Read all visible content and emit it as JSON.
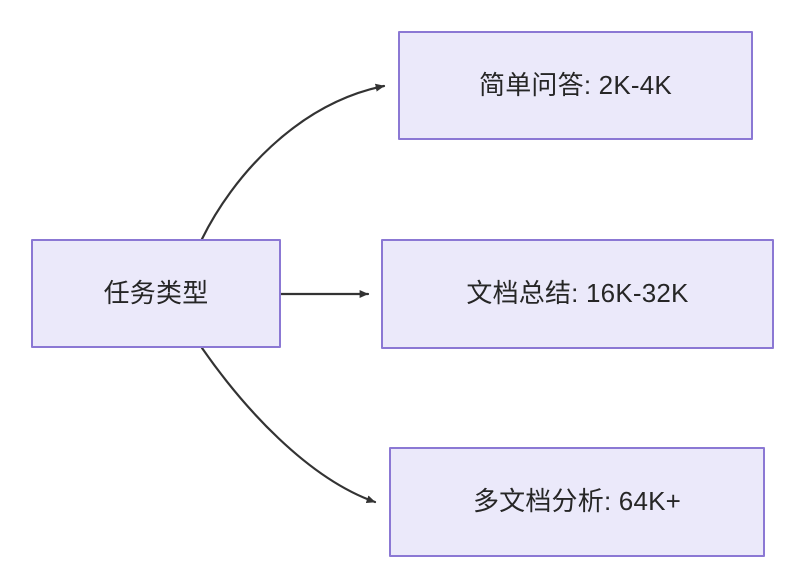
{
  "diagram": {
    "type": "flowchart",
    "direction": "left-to-right",
    "background_color": "#ffffff",
    "node_fill_color": "#ebe9fa",
    "node_border_color": "#8b78d4",
    "node_text_color": "#262626",
    "edge_color": "#333333",
    "nodes": [
      {
        "id": "root",
        "label": "任务类型",
        "role": "root"
      },
      {
        "id": "simple-qa",
        "label": "简单问答: 2K-4K",
        "role": "leaf"
      },
      {
        "id": "doc-summary",
        "label": "文档总结: 16K-32K",
        "role": "leaf"
      },
      {
        "id": "multidoc",
        "label": "多文档分析: 64K+",
        "role": "leaf"
      }
    ],
    "edges": [
      {
        "id": "edge-root-simple-qa",
        "from": "root",
        "to": "simple-qa",
        "shape": "curved",
        "arrowhead": "solid-triangle"
      },
      {
        "id": "edge-root-doc-summary",
        "from": "root",
        "to": "doc-summary",
        "shape": "straight",
        "arrowhead": "solid-triangle"
      },
      {
        "id": "edge-root-multidoc",
        "from": "root",
        "to": "multidoc",
        "shape": "curved",
        "arrowhead": "solid-triangle"
      }
    ]
  }
}
